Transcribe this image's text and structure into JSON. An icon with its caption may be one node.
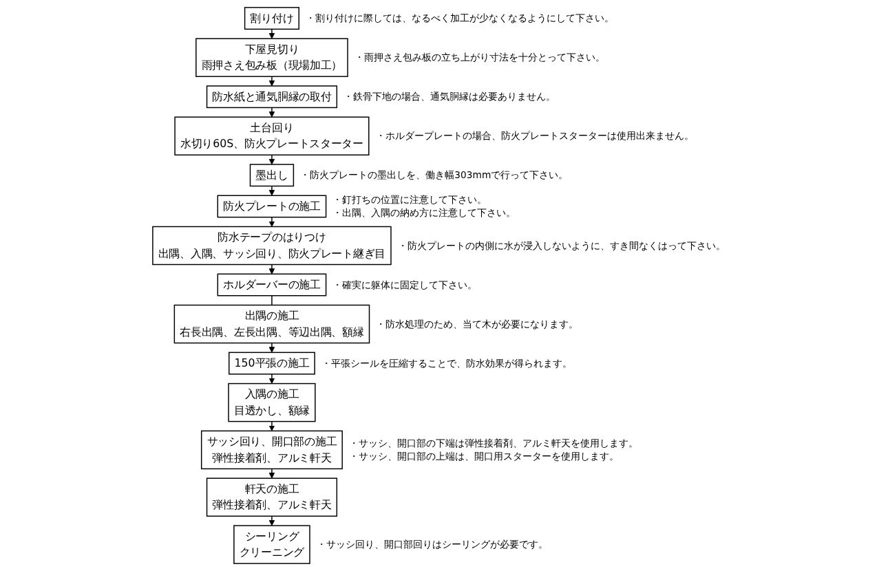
{
  "diagram": {
    "nodes": [
      {
        "text": [
          "割り付け"
        ],
        "beside": [
          "・割り付けに際しては、なるべく加工が少なくなるようにして下さい。"
        ]
      },
      {
        "text": [
          "下屋見切り",
          "雨押さえ包み板（現場加工）"
        ],
        "beside": [
          "・雨押さえ包み板の立ち上がり寸法を十分とって下さい。"
        ]
      },
      {
        "text": [
          "防水紙と通気胴縁の取付"
        ],
        "beside": [
          "・鉄骨下地の場合、通気胴縁は必要ありません。"
        ]
      },
      {
        "text": [
          "土台回り",
          "水切り60S、防火プレートスターター"
        ],
        "beside": [
          "・ホルダープレートの場合、防火プレートスターターは使用出来ません。"
        ]
      },
      {
        "text": [
          "墨出し"
        ],
        "beside": [
          "・防火プレートの墨出しを、働き幅303mmで行って下さい。"
        ]
      },
      {
        "text": [
          "防火プレートの施工"
        ],
        "beside": [
          "・釘打ちの位置に注意して下さい。",
          "・出隅、入隅の納め方に注意して下さい。"
        ]
      },
      {
        "text": [
          "防水テープのはりつけ",
          "出隅、入隅、サッシ回り、防火プレート継ぎ目"
        ],
        "beside": [
          "・防火プレートの内側に水が浸入しないように、すき間なくはって下さい。"
        ]
      },
      {
        "text": [
          "ホルダーバーの施工"
        ],
        "beside": [
          "・確実に躯体に固定して下さい。"
        ]
      },
      {
        "text": [
          "出隅の施工",
          "右長出隅、左長出隅、等辺出隅、額縁"
        ],
        "beside": [
          "・防水処理のため、当て木が必要になります。"
        ]
      },
      {
        "text": [
          "150平張の施工"
        ],
        "beside": [
          "・平張シールを圧縮することで、防水効果が得られます。"
        ]
      },
      {
        "text": [
          "入隅の施工",
          "目透かし、額縁"
        ]
      },
      {
        "text": [
          "サッシ回り、開口部の施工",
          "弾性接着剤、アルミ軒天"
        ],
        "beside": [
          "・サッシ、開口部の下端は弾性接着剤、アルミ軒天を使用します。",
          "・サッシ、開口部の上端は、開口用スターターを使用します。"
        ]
      },
      {
        "text": [
          "軒天の施工",
          "弾性接着剤、アルミ軒天"
        ]
      },
      {
        "text": [
          "シーリング",
          "クリーニング"
        ],
        "beside": [
          "・サッシ回り、開口部回りはシーリングが必要です。"
        ]
      }
    ],
    "edges": [
      {
        "from": 0,
        "to": 1,
        "arrow": "to"
      },
      {
        "from": 1,
        "to": 2,
        "arrow": "to"
      },
      {
        "from": 2,
        "to": 3,
        "arrow": "to"
      },
      {
        "from": 3,
        "to": 4,
        "arrow": "to"
      },
      {
        "from": 4,
        "to": 5,
        "arrow": "to"
      },
      {
        "from": 5,
        "to": 6,
        "arrow": "to"
      },
      {
        "from": 6,
        "to": 7,
        "arrow": "to"
      },
      {
        "from": 7,
        "to": 8,
        "arrow": "none"
      },
      {
        "from": 8,
        "to": 9,
        "arrow": "to"
      },
      {
        "from": 9,
        "to": 10,
        "arrow": "to"
      },
      {
        "from": 10,
        "to": 11,
        "arrow": "to"
      },
      {
        "from": 11,
        "to": 12,
        "arrow": "to"
      },
      {
        "from": 12,
        "to": 13,
        "arrow": "to"
      }
    ]
  }
}
